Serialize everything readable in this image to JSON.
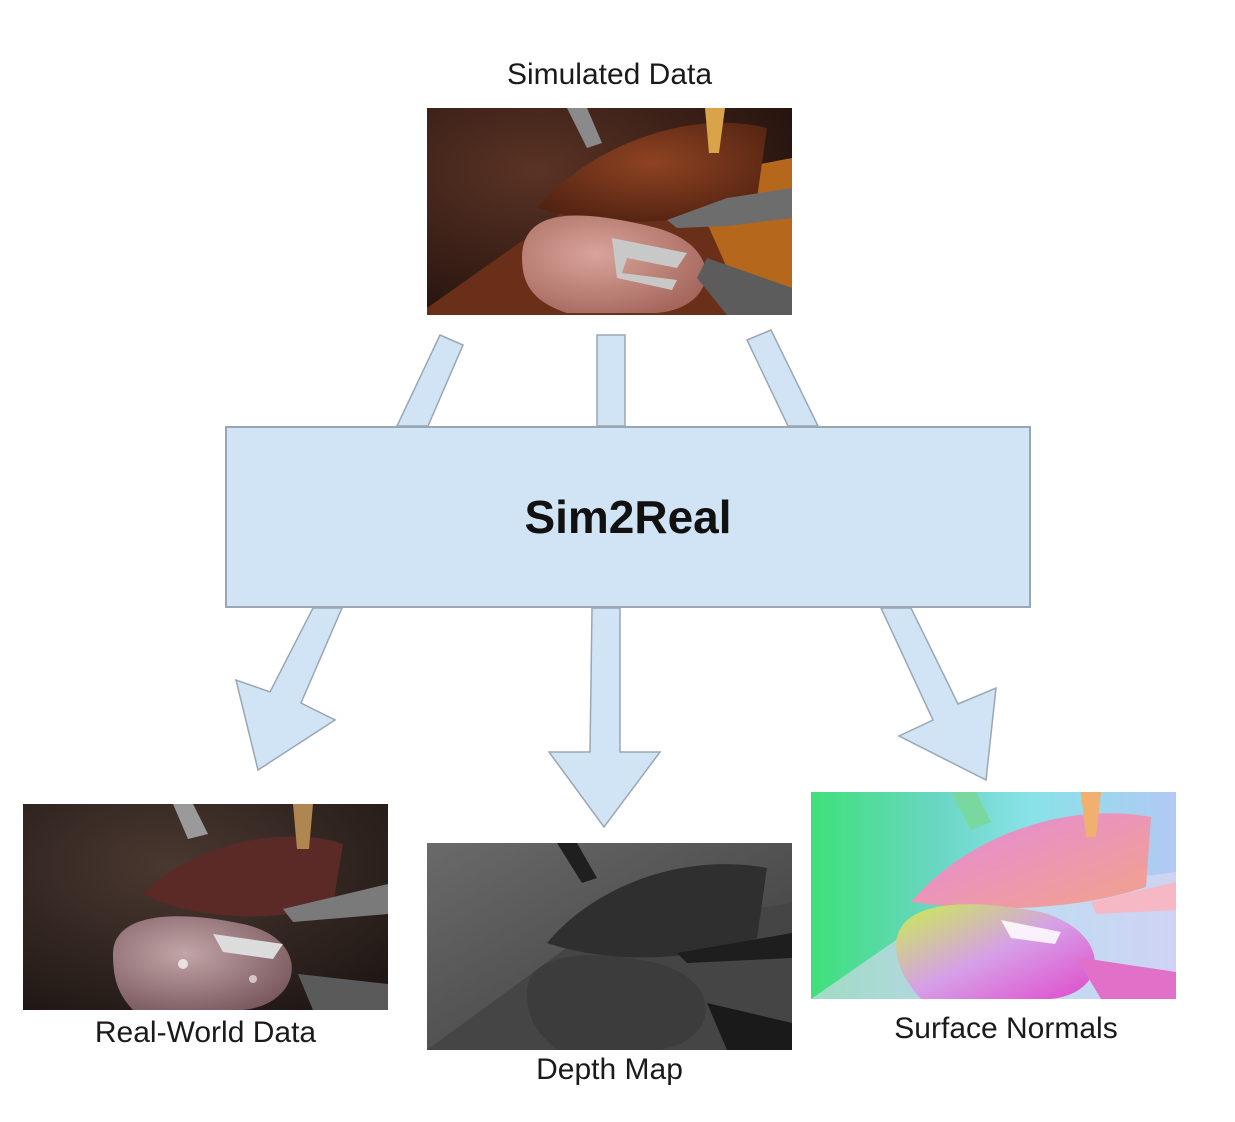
{
  "diagram": {
    "input": {
      "label": "Simulated Data"
    },
    "process": {
      "label": "Sim2Real"
    },
    "outputs": [
      {
        "label": "Real-World Data"
      },
      {
        "label": "Depth Map"
      },
      {
        "label": "Surface Normals"
      }
    ]
  },
  "colors": {
    "arrow_fill": "#d1e4f5",
    "arrow_stroke": "#9aa7b2",
    "box_fill": "#d1e4f5"
  }
}
